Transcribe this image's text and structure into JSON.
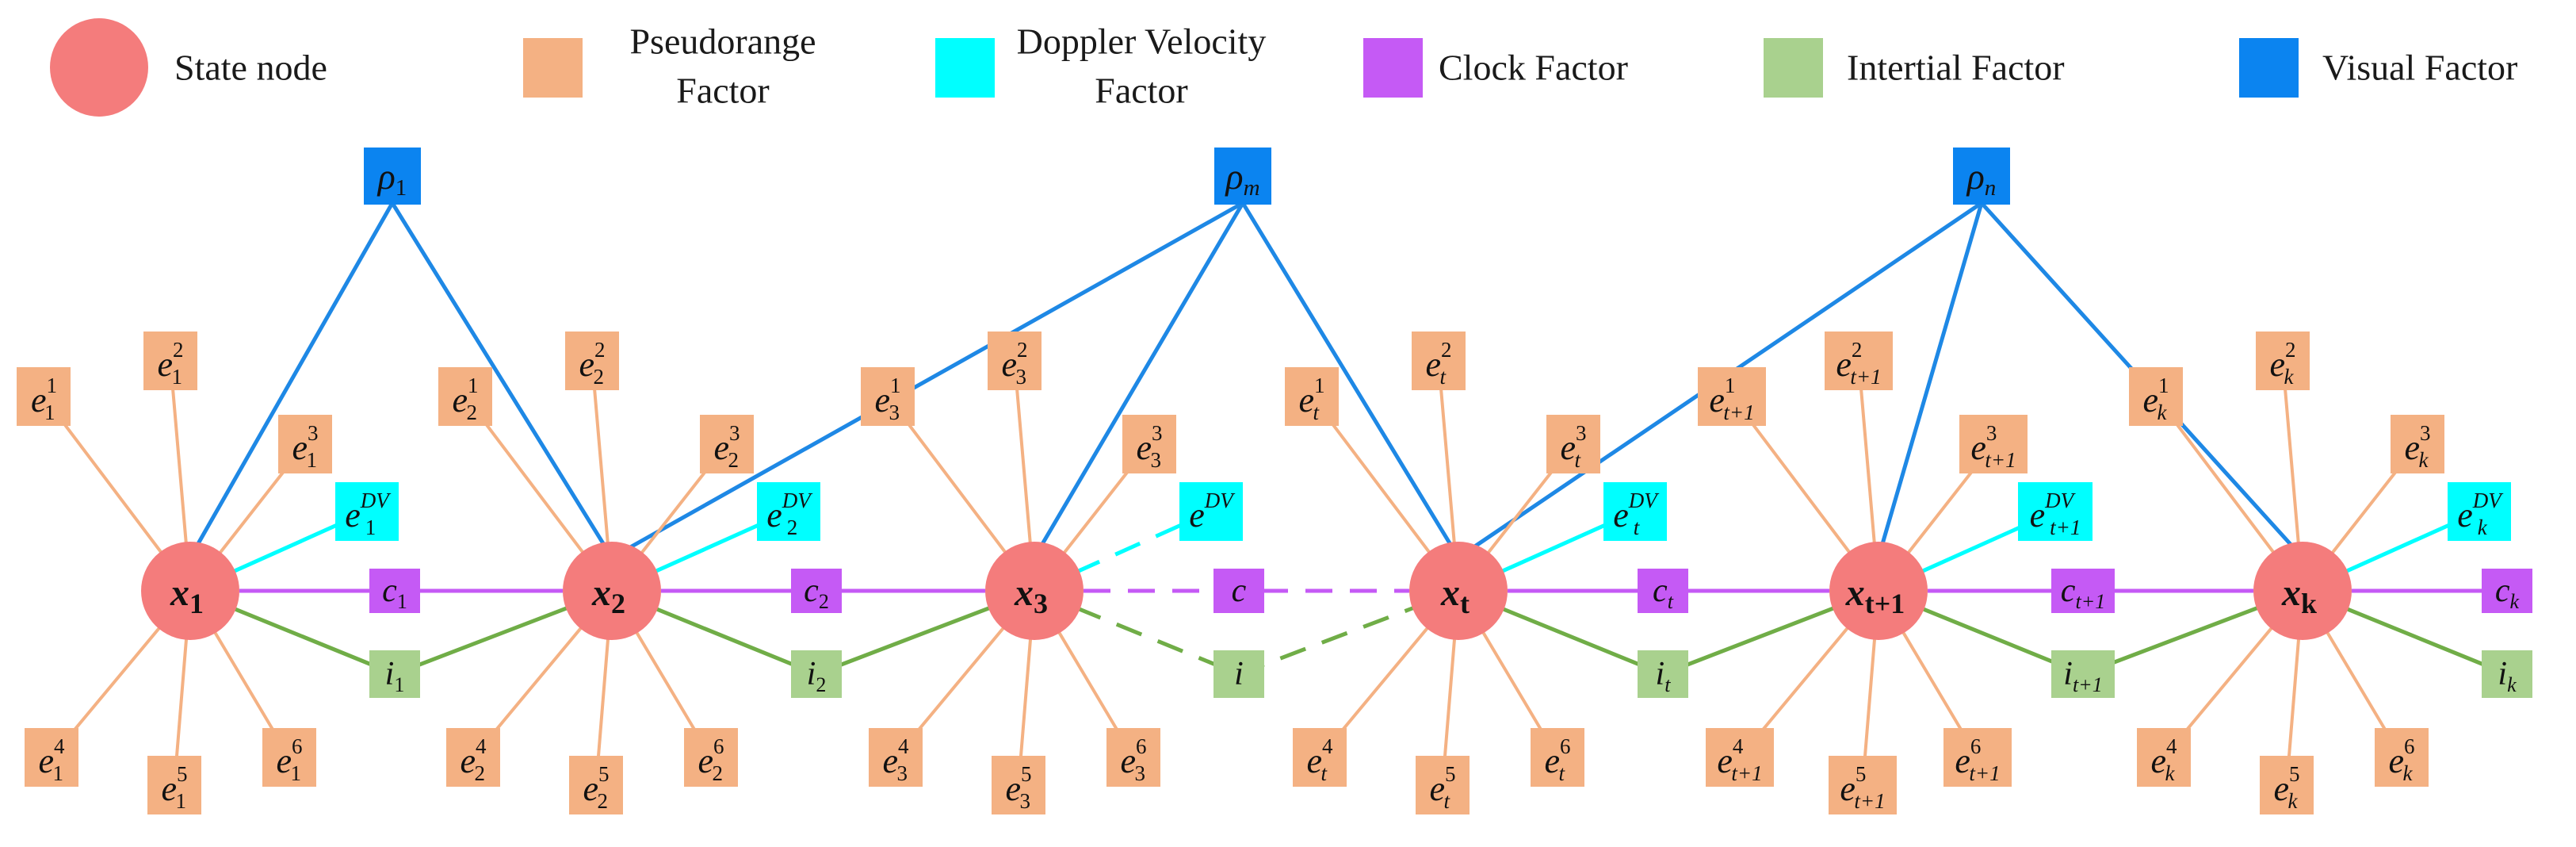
{
  "legend": [
    {
      "id": "state",
      "shape": "circle",
      "color": "#F47C7C",
      "lines": [
        "State node"
      ]
    },
    {
      "id": "pseudorange",
      "shape": "square",
      "color": "#F4B183",
      "lines": [
        "Pseudorange",
        "Factor"
      ]
    },
    {
      "id": "doppler",
      "shape": "square",
      "color": "#00FFFF",
      "lines": [
        "Doppler Velocity",
        "Factor"
      ]
    },
    {
      "id": "clock",
      "shape": "square",
      "color": "#C55AF5",
      "lines": [
        "Clock Factor"
      ]
    },
    {
      "id": "inertial",
      "shape": "square",
      "color": "#A9D18E",
      "lines": [
        "Intertial Factor"
      ]
    },
    {
      "id": "visual",
      "shape": "square",
      "color": "#0B84F0",
      "lines": [
        "Visual Factor"
      ]
    }
  ],
  "colors": {
    "state": "#F47C7C",
    "pseudorange": "#F4B183",
    "pseudorange_edge": "#F4B183",
    "doppler": "#00FFFF",
    "doppler_edge": "#00FFFF",
    "clock": "#C55AF5",
    "clock_edge": "#C55AF5",
    "inertial": "#A9D18E",
    "inertial_edge": "#70AD47",
    "visual": "#0B84F0",
    "visual_edge": "#1E88E5"
  },
  "visual_factors": [
    {
      "id": "rho1",
      "base": "ρ",
      "sub": "1"
    },
    {
      "id": "rhom",
      "base": "ρ",
      "sub": "m"
    },
    {
      "id": "rhon",
      "base": "ρ",
      "sub": "n"
    }
  ],
  "states": [
    {
      "id": "x1",
      "base": "x",
      "sub": "1",
      "idx": "1"
    },
    {
      "id": "x2",
      "base": "x",
      "sub": "2",
      "idx": "2"
    },
    {
      "id": "x3",
      "base": "x",
      "sub": "3",
      "idx": "3"
    },
    {
      "id": "xt",
      "base": "x",
      "sub": "t",
      "idx": "t"
    },
    {
      "id": "xt1",
      "base": "x",
      "sub": "t+1",
      "idx": "t+1"
    },
    {
      "id": "xk",
      "base": "x",
      "sub": "k",
      "idx": "k"
    }
  ],
  "doppler_factors": [
    {
      "sup": "DV",
      "sub": "1"
    },
    {
      "sup": "DV",
      "sub": "2"
    },
    {
      "sup": "DV",
      "sub": ""
    },
    {
      "sup": "DV",
      "sub": "t"
    },
    {
      "sup": "DV",
      "sub": "t+1"
    },
    {
      "sup": "DV",
      "sub": "k"
    }
  ],
  "clock_factors": [
    {
      "base": "c",
      "sub": "1"
    },
    {
      "base": "c",
      "sub": "2"
    },
    {
      "base": "c",
      "sub": ""
    },
    {
      "base": "c",
      "sub": "t"
    },
    {
      "base": "c",
      "sub": "t+1"
    },
    {
      "base": "c",
      "sub": "k"
    }
  ],
  "inertial_factors": [
    {
      "base": "i",
      "sub": "1"
    },
    {
      "base": "i",
      "sub": "2"
    },
    {
      "base": "i",
      "sub": ""
    },
    {
      "base": "i",
      "sub": "t"
    },
    {
      "base": "i",
      "sub": "t+1"
    },
    {
      "base": "i",
      "sub": "k"
    }
  ],
  "pseudorange_sups": [
    "1",
    "2",
    "3",
    "4",
    "5",
    "6"
  ],
  "pseudorange_base": "e"
}
